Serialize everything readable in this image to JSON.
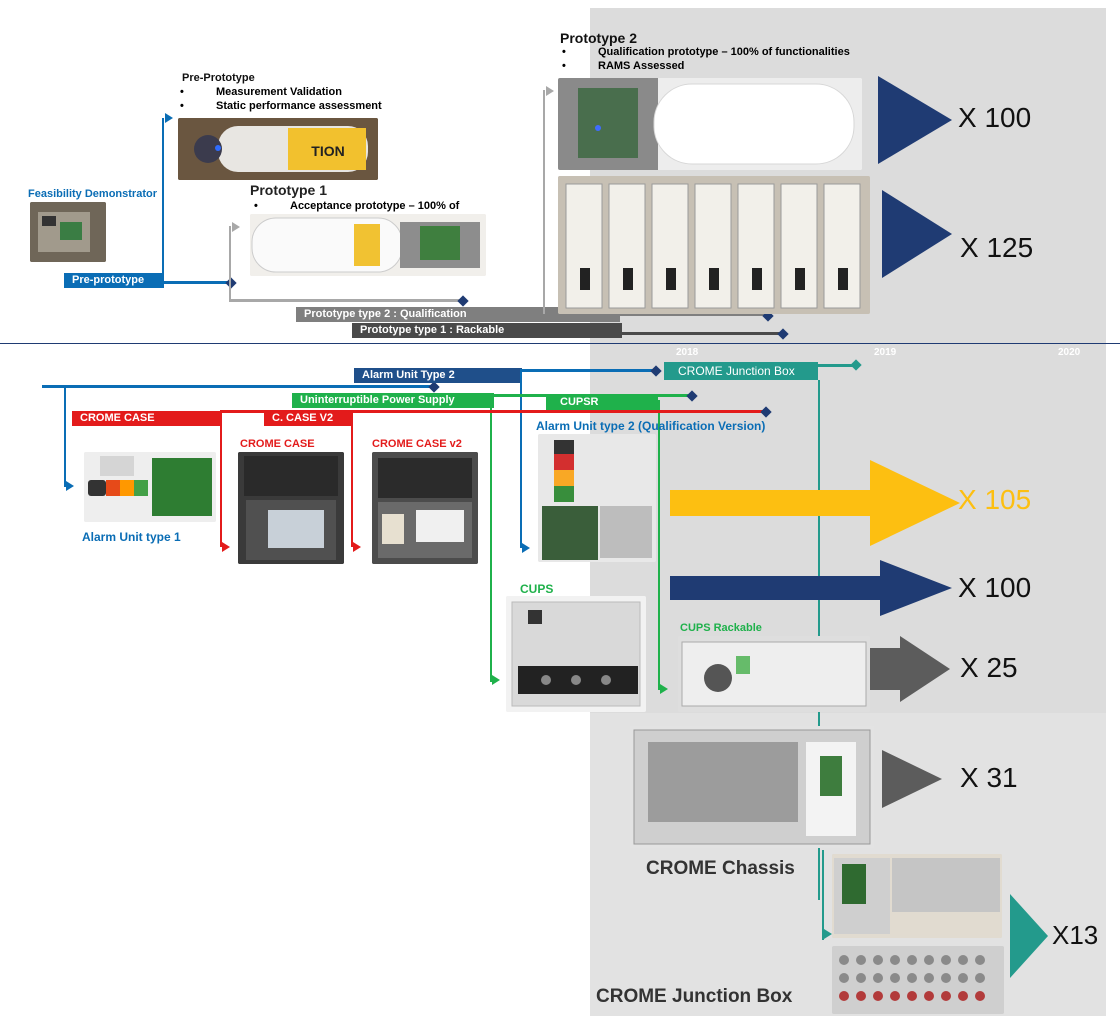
{
  "colors": {
    "navy": "#1f3b73",
    "blue": "#0a6db5",
    "red": "#e31b1b",
    "green": "#1fb14b",
    "teal": "#239a8c",
    "grey": "#6e6e6e",
    "dark": "#404040",
    "yellow": "#fdbf11",
    "panel": "#dcdcdc"
  },
  "years": {
    "y2018": "2018",
    "y2019": "2019",
    "y2020": "2020"
  },
  "top": {
    "feasibility": "Feasibility Demonstrator",
    "preproto_title": "Pre-Prototype",
    "preproto_b1": "Measurement Validation",
    "preproto_b2": "Static performance assessment",
    "proto1_title": "Prototype 1",
    "proto1_b1": "Acceptance prototype – 100% of",
    "proto2_title": "Prototype 2",
    "proto2_b1": "Qualification prototype – 100% of functionalities",
    "proto2_b2": "RAMS Assessed",
    "bar_preproto": "Pre-prototype",
    "bar_pt2": "Prototype type 2 : Qualification",
    "bar_pt1": "Prototype type 1 : Rackable",
    "count1": "X 100",
    "count2": "X 125",
    "bullet": "•",
    "proto2_img_hash": "1000000"
  },
  "bottom": {
    "bar_alarm2": "Alarm Unit Type 2",
    "bar_junction": "CROME Junction Box",
    "bar_ups": "Uninterruptible Power Supply",
    "bar_cupsr": "CUPSR",
    "bar_case": "CROME CASE",
    "bar_casev2": "C. CASE V2",
    "alarm1": "Alarm Unit type 1",
    "case_lbl": "CROME CASE",
    "casev2_lbl": "CROME CASE v2",
    "alarm2_lbl": "Alarm Unit type 2  (Qualification Version)",
    "cups_lbl": "CUPS",
    "cups_rack_lbl": "CUPS Rackable",
    "chassis_lbl": "CROME Chassis",
    "junction_lbl": "CROME Junction Box",
    "count_y": "X 105",
    "count_n": "X 100",
    "count_r": "X 25",
    "count_ch": "X 31",
    "count_jb": "X13"
  }
}
